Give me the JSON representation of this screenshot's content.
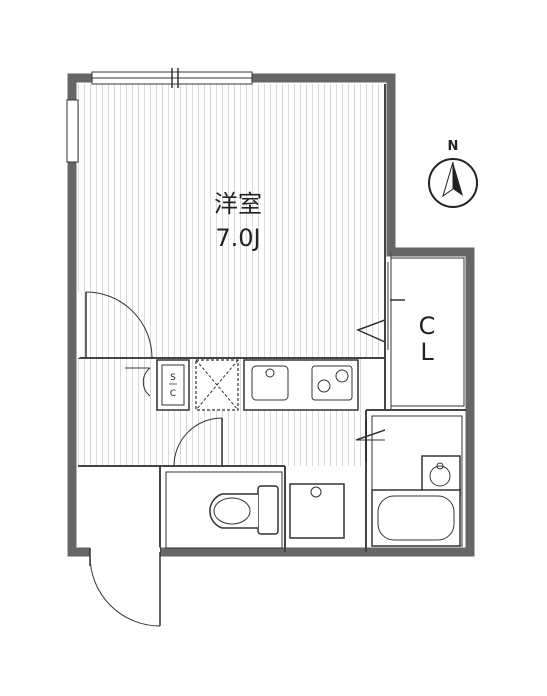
{
  "rooms": {
    "western_room": {
      "name": "洋室",
      "size": "7.0J"
    },
    "closet": {
      "top": "C",
      "bottom": "L"
    }
  },
  "labels": {
    "shoe_closet_top": "S",
    "shoe_closet_bottom": "C"
  },
  "compass": {
    "north": "N"
  },
  "colors": {
    "wall": "#666666",
    "floor_stripe": "#e0e0e0",
    "line": "#333333"
  },
  "icons": [
    "compass-icon",
    "toilet-icon",
    "stove-icon",
    "sink-icon",
    "bathtub-icon",
    "washer-icon",
    "door-swing-icon"
  ]
}
